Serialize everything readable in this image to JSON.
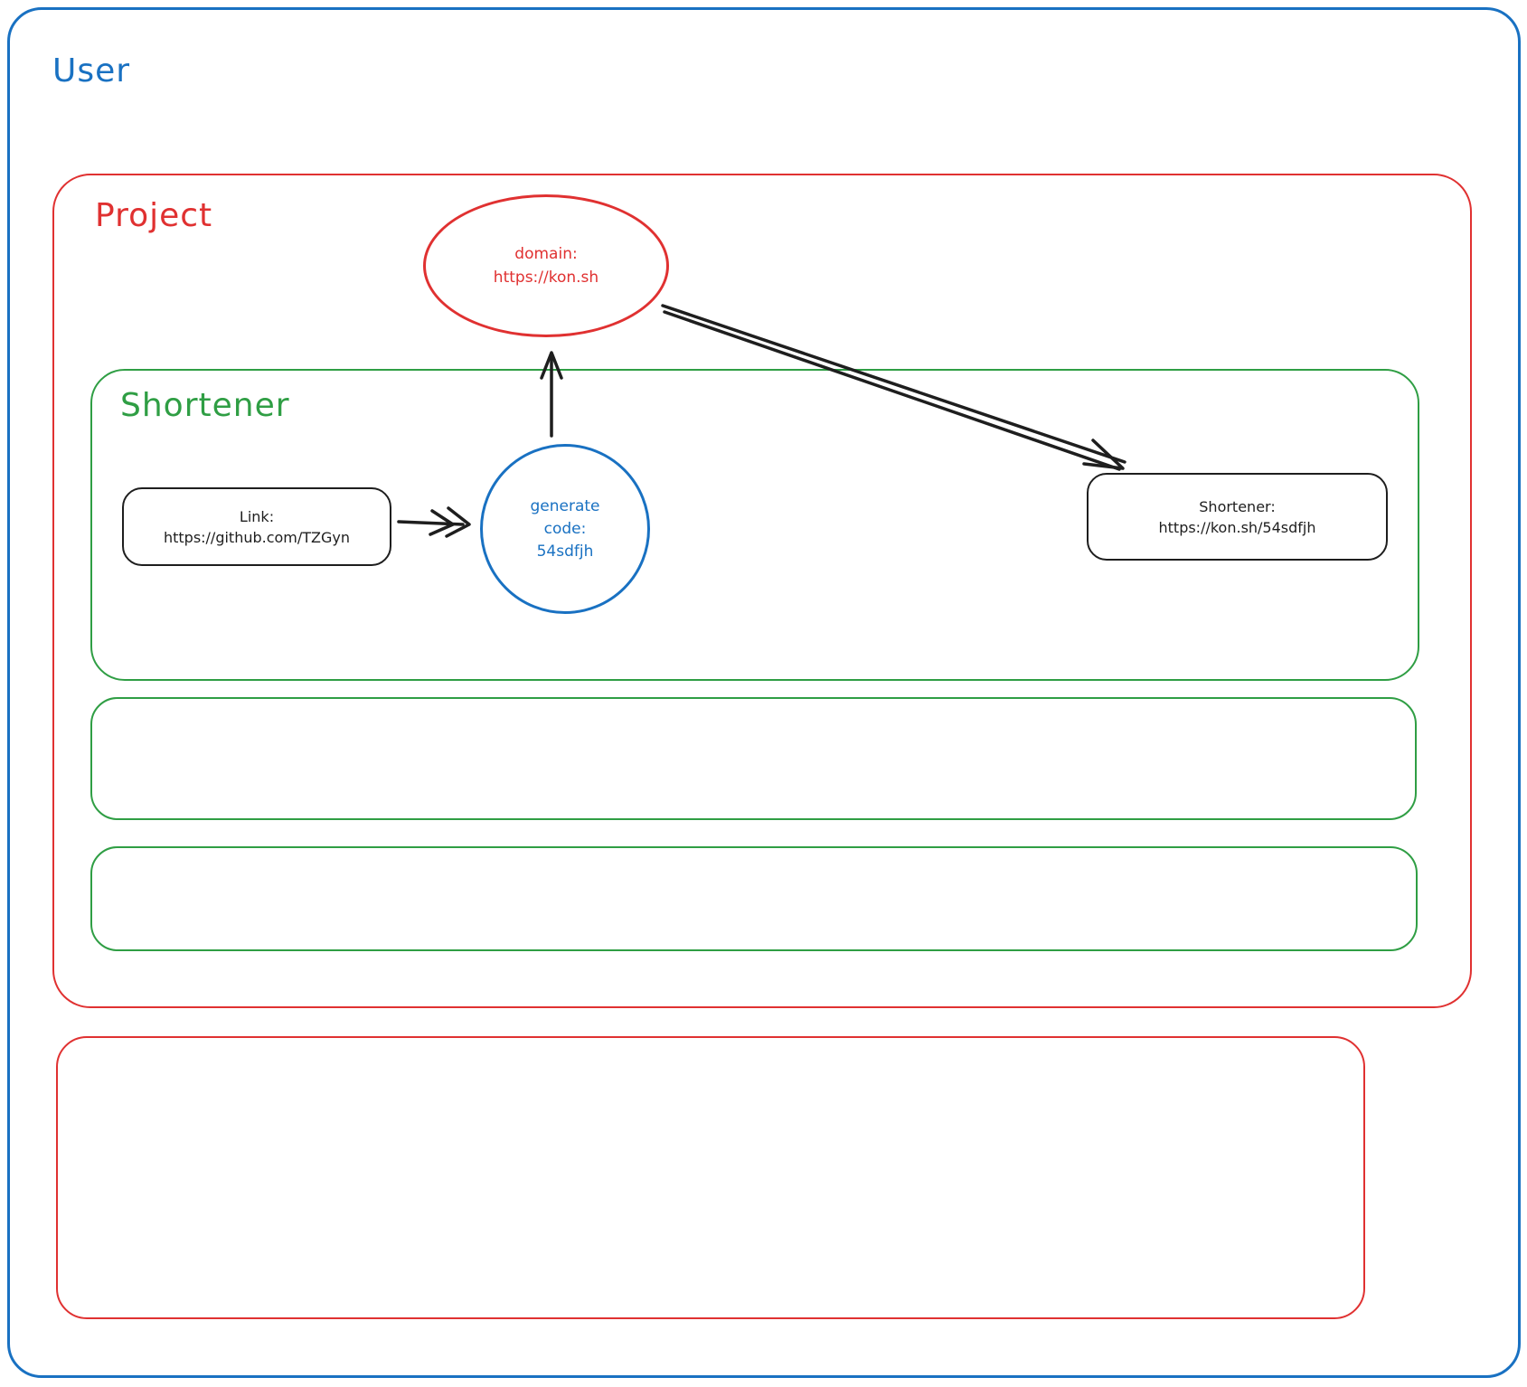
{
  "colors": {
    "user_border": "#1971c2",
    "project_border": "#e03131",
    "shortener_border": "#2f9e44",
    "node_border": "#1e1e1e",
    "arrow": "#1e1e1e"
  },
  "containers": {
    "user": {
      "label": "User"
    },
    "project": {
      "label": "Project"
    },
    "shortener": {
      "label": "Shortener"
    }
  },
  "nodes": {
    "domain_ellipse": {
      "line1": "domain:",
      "line2": "https://kon.sh"
    },
    "link_box": {
      "line1": "Link:",
      "line2": "https://github.com/TZGyn"
    },
    "generate_circle": {
      "line1": "generate",
      "line2": "code:",
      "line3": "54sdfjh"
    },
    "result_box": {
      "line1": "Shortener:",
      "line2": "https://kon.sh/54sdfjh"
    }
  }
}
